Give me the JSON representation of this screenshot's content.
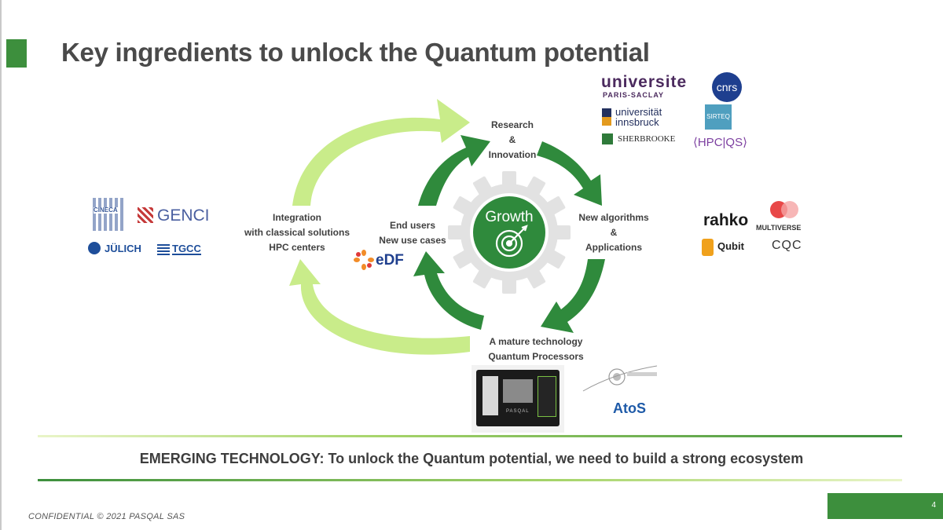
{
  "slide": {
    "title": "Key ingredients to unlock the Quantum potential",
    "tagline": "EMERGING TECHNOLOGY: To unlock the Quantum potential, we need to build a strong ecosystem",
    "footer": "CONFIDENTIAL © 2021 PASQAL SAS",
    "page_number": "4"
  },
  "diagram": {
    "center_label": "Growth",
    "nodes": {
      "research": [
        "Research",
        "&",
        "Innovation"
      ],
      "algorithms": [
        "New algorithms",
        "&",
        "Applications"
      ],
      "technology": [
        "A mature technology",
        "Quantum Processors"
      ],
      "end_users": [
        "End users",
        "New use cases"
      ],
      "integration": [
        "Integration",
        "with classical solutions",
        "HPC centers"
      ]
    },
    "colors": {
      "dark_green": "#2f8a3c",
      "light_green": "#c9ec8a",
      "gear_gray": "#e2e2e2",
      "accent_green": "#3d8f3d"
    }
  },
  "logos": {
    "research": {
      "paris_saclay": "universite",
      "paris_saclay_sub": "PARIS-SACLAY",
      "cnrs": "cnrs",
      "innsbruck_1": "universität",
      "innsbruck_2": "innsbruck",
      "sirteq": "SIRTEQ",
      "sherbrooke": "SHERBROOKE",
      "hpcqs": "⟨HPC|QS⟩"
    },
    "algorithms": {
      "rahko": "rahko",
      "multiverse": "MULTIVERSE",
      "qubit": "Qubit",
      "cqc": "CQC"
    },
    "integration": {
      "cineca": "CINECA",
      "genci": "GENCI",
      "julich": "JÜLICH",
      "tgcc": "TGCC"
    },
    "end_users": {
      "edf": "eDF"
    },
    "technology": {
      "atos": "AtoS",
      "pasqal_device": "PASQAL"
    }
  }
}
